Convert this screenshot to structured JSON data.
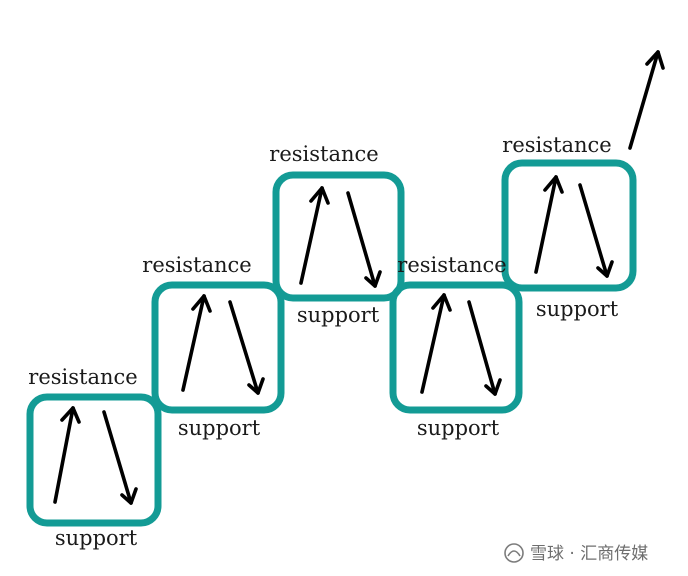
{
  "colors": {
    "box": "#139b95",
    "arrow": "#000000",
    "text": "#1a1a1a"
  },
  "labels": {
    "top": [
      "resistance",
      "resistance",
      "resistance",
      "resistance",
      "resistance"
    ],
    "bottom": [
      "support",
      "support",
      "support",
      "support",
      "support"
    ]
  },
  "watermark": {
    "text": "雪球 · 汇商传媒"
  }
}
